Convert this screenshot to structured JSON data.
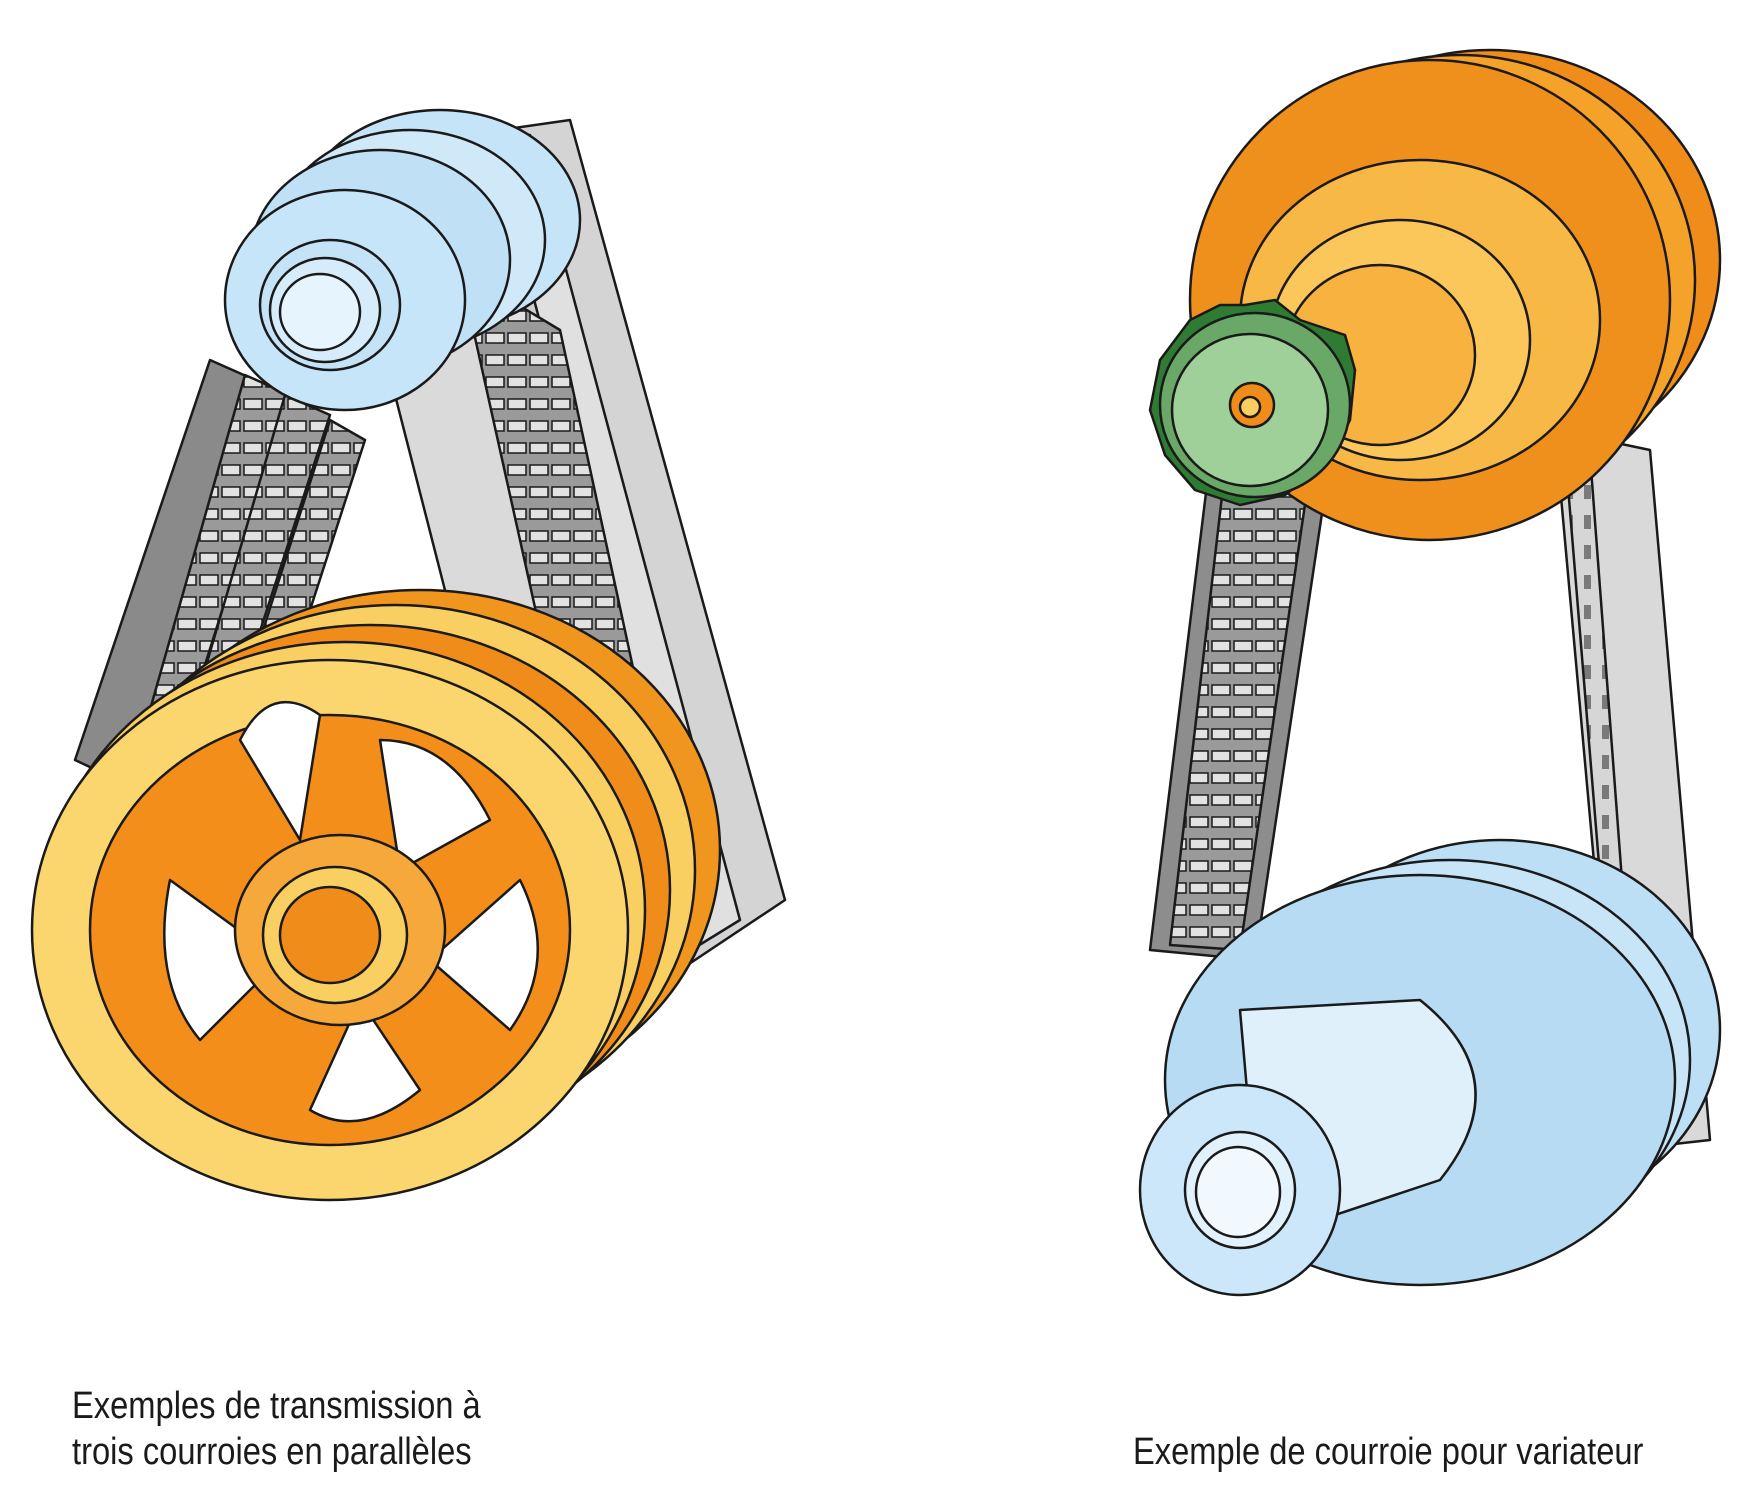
{
  "figures": [
    {
      "caption_lines": [
        "Exemples de transmission à",
        "trois courroies en parallèles"
      ]
    },
    {
      "caption_lines": [
        "Exemple de courroie pour variateur"
      ]
    }
  ],
  "colors": {
    "belt_gray": "#8f8f8f",
    "belt_light": "#d8d8d8",
    "pulley_blue": "#bfe0f5",
    "pulley_yellow": "#f9cf62",
    "pulley_orange": "#f08c1a",
    "gear_green": "#8fc58a",
    "gear_dark_green": "#2e7a32",
    "outline": "#1a1a1a"
  }
}
